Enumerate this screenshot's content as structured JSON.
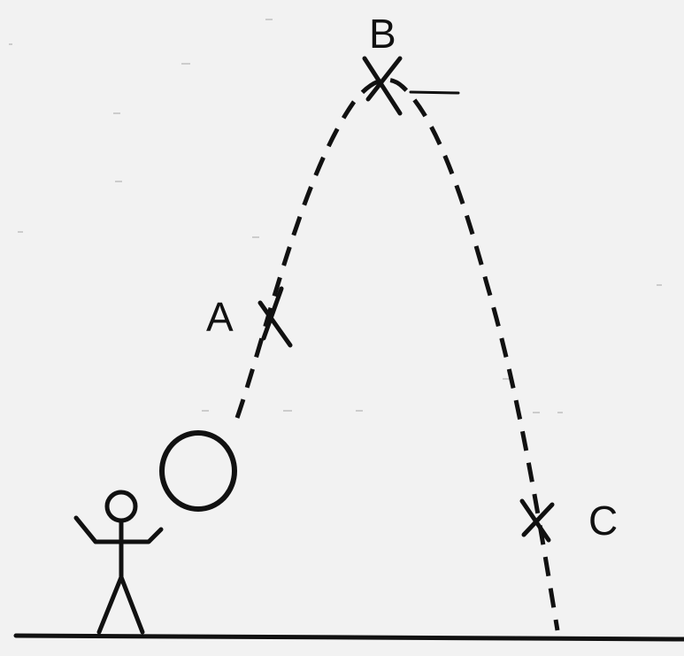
{
  "labels": {
    "a": "A",
    "b": "B",
    "c": "C"
  },
  "colors": {
    "ink": "#111111",
    "background": "#f2f2f2"
  }
}
